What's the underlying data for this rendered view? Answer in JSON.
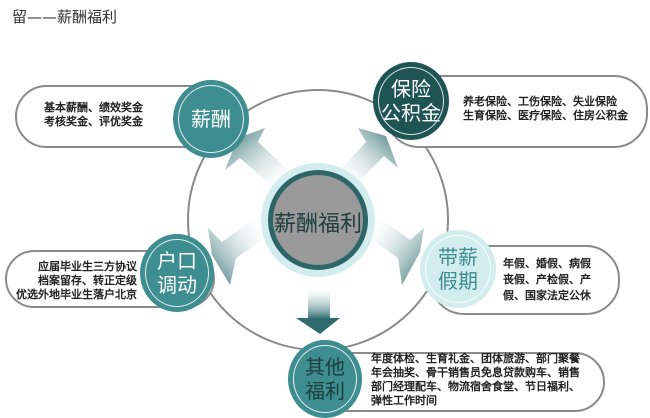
{
  "title": "留——薪酬福利",
  "center": "薪酬福利",
  "nodes": {
    "salary": {
      "label": "薪酬",
      "text": [
        "基本薪酬、绩效奖金",
        "考核奖金、评优奖金"
      ]
    },
    "insurance": {
      "label1": "保险",
      "label2": "公积金",
      "text": [
        "养老保险、工伤保险、失业保险",
        "生育保险、医疗保险、住房公积金"
      ]
    },
    "leave": {
      "label1": "带薪",
      "label2": "假期",
      "text": [
        "年假、婚假、病假",
        "丧假、产检假、产",
        "假、国家法定公休"
      ]
    },
    "hukou": {
      "label1": "户口",
      "label2": "调动",
      "text": [
        "应届毕业生三方协议",
        "档案留存、转正定级",
        "优选外地毕业生落户北京"
      ]
    },
    "other": {
      "label1": "其他",
      "label2": "福利",
      "text": [
        "年度体检、生育礼金、团体旅游、部门聚餐",
        "年会抽奖、骨干销售员免息贷款购车、销售",
        "部门经理配车、物流宿舍食堂、节日福利、",
        "弹性工作时间"
      ]
    }
  },
  "colors": {
    "teal": "#3d8d91",
    "dark": "#1f5455",
    "light": "#d3edef",
    "gray": "#9a9a9a"
  }
}
